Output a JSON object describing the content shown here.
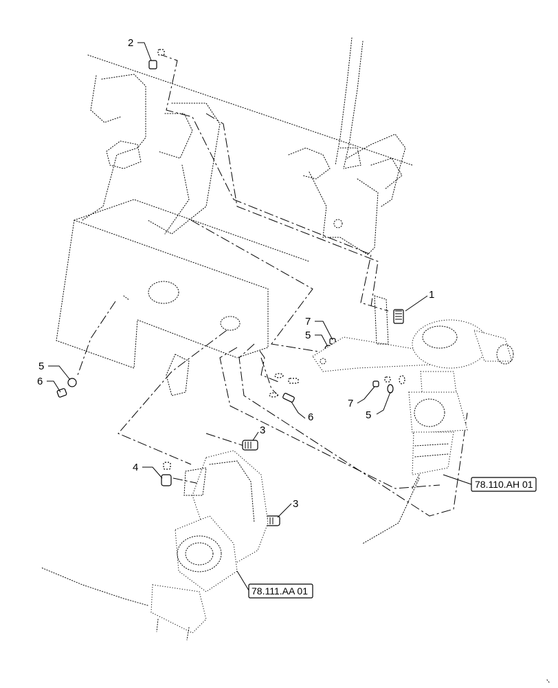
{
  "callouts": [
    {
      "id": "1",
      "label": "1"
    },
    {
      "id": "2",
      "label": "2"
    },
    {
      "id": "3a",
      "label": "3"
    },
    {
      "id": "3b",
      "label": "3"
    },
    {
      "id": "4",
      "label": "4"
    },
    {
      "id": "5a",
      "label": "5"
    },
    {
      "id": "5b",
      "label": "5"
    },
    {
      "id": "5c",
      "label": "5"
    },
    {
      "id": "6a",
      "label": "6"
    },
    {
      "id": "6b",
      "label": "6"
    },
    {
      "id": "7a",
      "label": "7"
    },
    {
      "id": "7b",
      "label": "7"
    }
  ],
  "references": [
    {
      "id": "ref-right",
      "label": "78.110.AH 01"
    },
    {
      "id": "ref-left",
      "label": "78.111.AA 01"
    }
  ]
}
